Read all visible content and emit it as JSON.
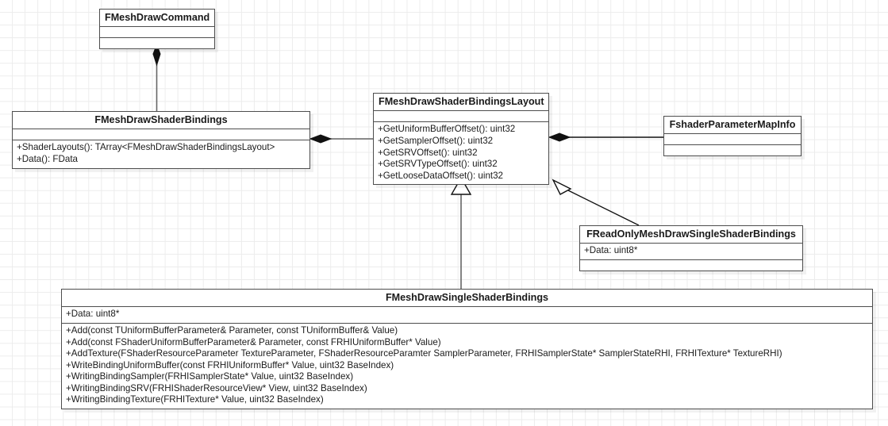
{
  "diagram": {
    "type": "uml-class-diagram",
    "title": "FMeshDrawShaderBindings class structure",
    "background": "#ffffff",
    "grid_color": "#ececec",
    "line_color": "#4d4d4d"
  },
  "classes": {
    "command": {
      "name": "FMeshDrawCommand",
      "attributes": [],
      "operations": []
    },
    "bindings": {
      "name": "FMeshDrawShaderBindings",
      "attributes": [],
      "operations": [
        "+ShaderLayouts(): TArray<FMeshDrawShaderBindingsLayout>",
        "+Data(): FData"
      ]
    },
    "layout": {
      "name": "FMeshDrawShaderBindingsLayout",
      "attributes": [],
      "operations": [
        "+GetUniformBufferOffset(): uint32",
        "+GetSamplerOffset(): uint32",
        "+GetSRVOffset(): uint32",
        "+GetSRVTypeOffset(): uint32",
        "+GetLooseDataOffset(): uint32"
      ]
    },
    "mapinfo": {
      "name": "FshaderParameterMapInfo",
      "attributes": [],
      "operations": []
    },
    "readonly": {
      "name": "FReadOnlyMeshDrawSingleShaderBindings",
      "attributes": [
        "+Data: uint8*"
      ],
      "operations": []
    },
    "single": {
      "name": "FMeshDrawSingleShaderBindings",
      "attributes": [
        "+Data: uint8*"
      ],
      "operations": [
        "+Add(const TUniformBufferParameter& Parameter, const TUniformBuffer& Value)",
        "+Add(const FShaderUniformBufferParameter& Parameter, const FRHIUniformBuffer* Value)",
        "+AddTexture(FShaderResourceParameter TextureParameter, FShaderResourceParamter SamplerParameter, FRHISamplerState* SamplerStateRHI, FRHITexture* TextureRHI)",
        "+WriteBindingUniformBuffer(const FRHIUniformBuffer* Value, uint32 BaseIndex)",
        "+WritingBindingSampler(FRHISamplerState* Value, uint32 BaseIndex)",
        "+WritingBindingSRV(FRHIShaderResourceView* View, uint32 BaseIndex)",
        "+WritingBindingTexture(FRHITexture* Value, uint32 BaseIndex)"
      ]
    }
  },
  "relationships": [
    {
      "id": "rel-command-bindings",
      "kind": "composition",
      "from": "FMeshDrawCommand",
      "to": "FMeshDrawShaderBindings",
      "marker": "filled-diamond"
    },
    {
      "id": "rel-bindings-layout",
      "kind": "composition",
      "from": "FMeshDrawShaderBindings",
      "to": "FMeshDrawShaderBindingsLayout",
      "marker": "filled-diamond"
    },
    {
      "id": "rel-layout-mapinfo",
      "kind": "composition",
      "from": "FMeshDrawShaderBindingsLayout",
      "to": "FshaderParameterMapInfo",
      "marker": "filled-diamond"
    },
    {
      "id": "rel-single-layout",
      "kind": "generalization",
      "from": "FMeshDrawSingleShaderBindings",
      "to": "FMeshDrawShaderBindingsLayout",
      "marker": "hollow-triangle"
    },
    {
      "id": "rel-readonly-layout",
      "kind": "generalization",
      "from": "FReadOnlyMeshDrawSingleShaderBindings",
      "to": "FMeshDrawShaderBindingsLayout",
      "marker": "hollow-triangle"
    }
  ]
}
